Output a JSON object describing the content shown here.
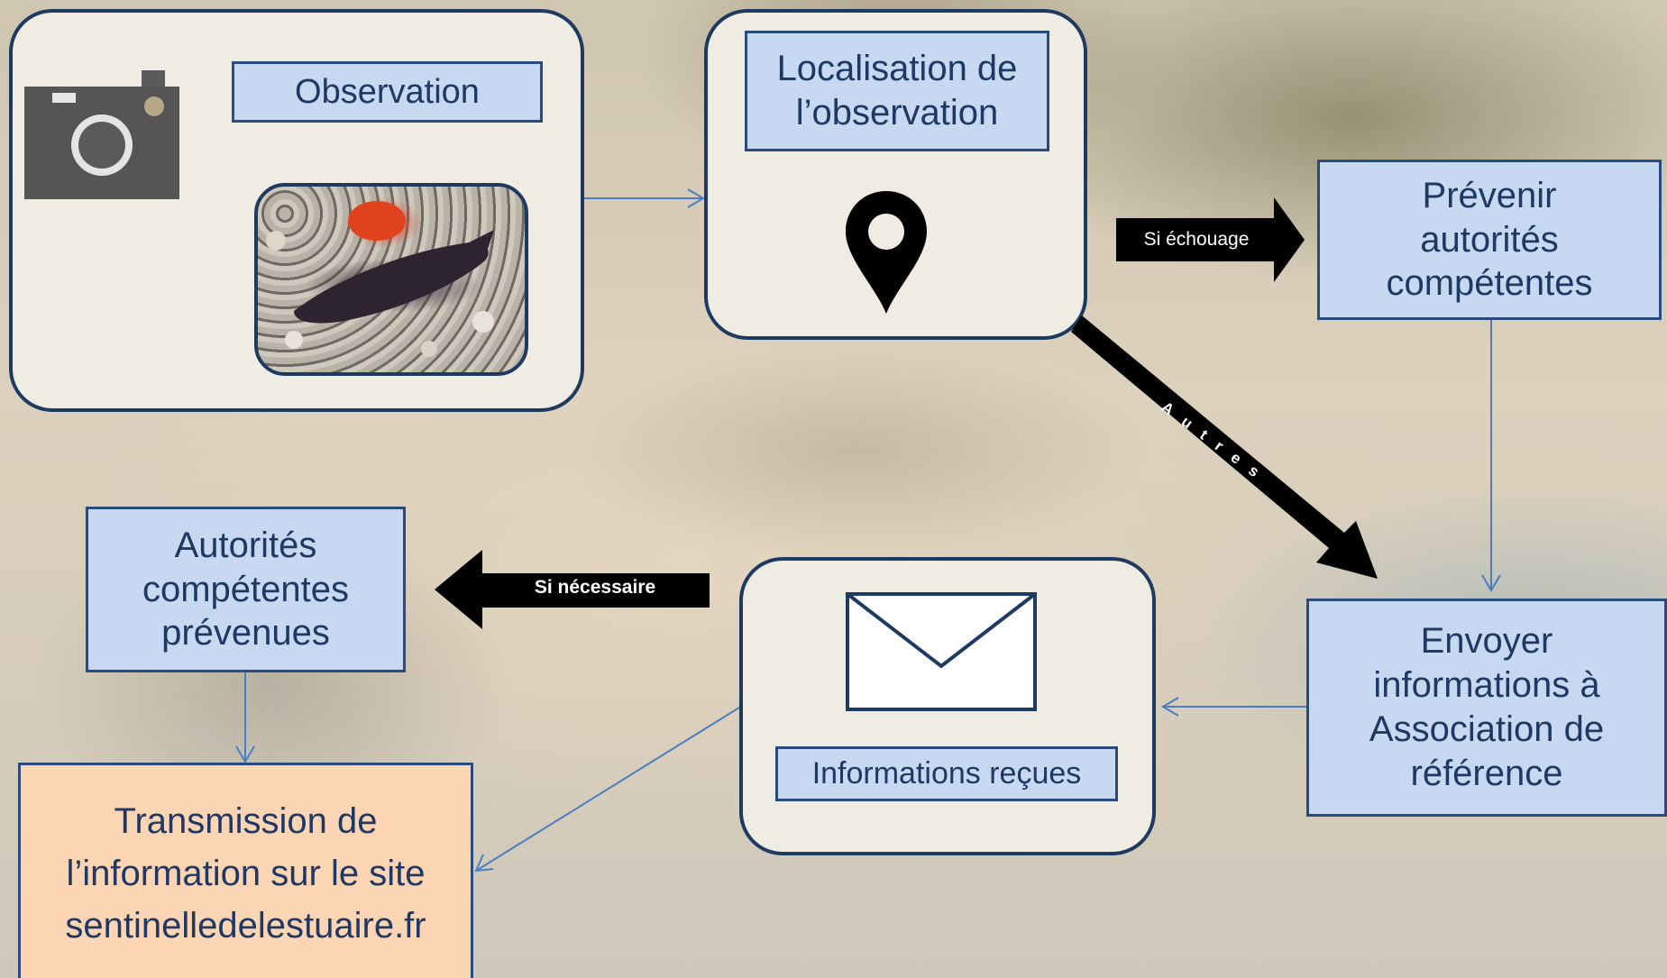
{
  "steps": {
    "observation": "Observation",
    "localisation": "Localisation de\nl’observation",
    "prevenir": "Prévenir\nautorités\ncompétentes",
    "envoyer": "Envoyer\ninformations à\nAssociation de\nréférence",
    "informations_recues": "Informations reçues",
    "autorites_prevenues": "Autorités\ncompétentes\nprévenues",
    "transmission": "Transmission de\nl’information sur le site\nsentinelledelestuaire.fr"
  },
  "arrow_labels": {
    "si_echouage": "Si échouage",
    "si_necessaire": "Si nécessaire",
    "autres": "Autres"
  },
  "icons": {
    "observation": "camera-icon",
    "observation_photo": "stranded-animal-photo",
    "localisation": "map-pin-icon",
    "informations": "envelope-icon"
  },
  "colors": {
    "step_box": "#c6d9f1",
    "final_box": "#fcd5b4",
    "card": "#efece3",
    "border": "#1f3a60",
    "connector": "#4a7ec0",
    "tag_arrow": "#000000"
  }
}
